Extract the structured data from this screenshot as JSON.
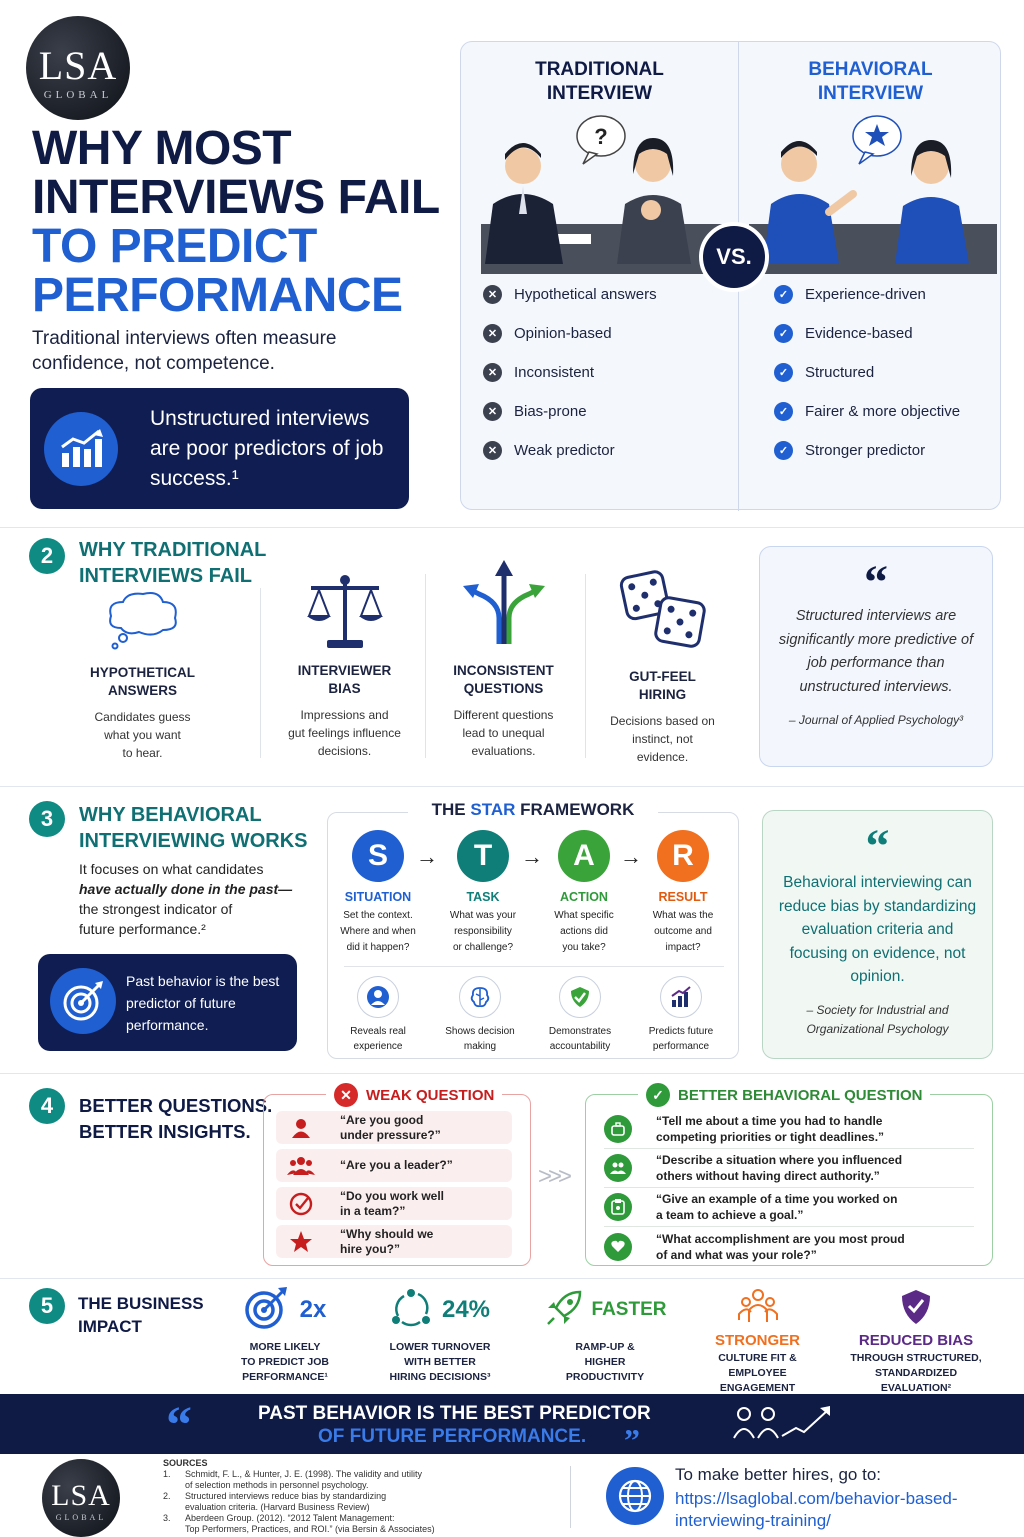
{
  "brand": {
    "logo_main": "LSA",
    "logo_sub": "GLOBAL"
  },
  "hero": {
    "title_line1": "WHY MOST",
    "title_line2": "INTERVIEWS FAIL",
    "title_line3": "TO PREDICT",
    "title_line4": "PERFORMANCE",
    "subtitle": "Traditional interviews often measure confidence, not competence.",
    "stat_text": "Unstructured interviews are poor predictors of job success.¹"
  },
  "comparison": {
    "traditional_title_1": "TRADITIONAL",
    "traditional_title_2": "INTERVIEW",
    "behavioral_title_1": "BEHAVIORAL",
    "behavioral_title_2": "INTERVIEW",
    "vs_label": "VS.",
    "traditional_items": [
      "Hypothetical answers",
      "Opinion-based",
      "Inconsistent",
      "Bias-prone",
      "Weak predictor"
    ],
    "behavioral_items": [
      "Experience-driven",
      "Evidence-based",
      "Structured",
      "Fairer & more objective",
      "Stronger predictor"
    ]
  },
  "section2": {
    "number": "2",
    "title_1": "WHY TRADITIONAL",
    "title_2": "INTERVIEWS FAIL",
    "columns": [
      {
        "icon": "thought-bubble-icon",
        "title_1": "HYPOTHETICAL",
        "title_2": "ANSWERS",
        "desc_1": "Candidates guess",
        "desc_2": "what you want",
        "desc_3": "to hear."
      },
      {
        "icon": "scale-icon",
        "title_1": "INTERVIEWER",
        "title_2": "BIAS",
        "desc_1": "Impressions and",
        "desc_2": "gut feelings influence",
        "desc_3": "decisions."
      },
      {
        "icon": "diverging-arrows-icon",
        "title_1": "INCONSISTENT",
        "title_2": "QUESTIONS",
        "desc_1": "Different questions",
        "desc_2": "lead to unequal",
        "desc_3": "evaluations."
      },
      {
        "icon": "dice-icon",
        "title_1": "GUT-FEEL",
        "title_2": "HIRING",
        "desc_1": "Decisions based on",
        "desc_2": "instinct, not",
        "desc_3": "evidence."
      }
    ],
    "quote": "Structured interviews are significantly more predictive of job performance than unstructured interviews.",
    "quote_source": "– Journal of Applied Psychology³"
  },
  "section3": {
    "number": "3",
    "title_1": "WHY BEHAVIORAL",
    "title_2": "INTERVIEWING WORKS",
    "text_a": "It focuses on what candidates",
    "text_b": "have actually done in the past—",
    "text_c": "the strongest indicator of",
    "text_d": "future performance.²",
    "card_text": "Past behavior is the best predictor of future performance.",
    "star_title_pre": "THE ",
    "star_title_mid": "STAR",
    "star_title_post": " FRAMEWORK",
    "star": [
      {
        "letter": "S",
        "label": "SITUATION",
        "d1": "Set the context.",
        "d2": "Where and when",
        "d3": "did it happen?",
        "color": "#1f5fd1"
      },
      {
        "letter": "T",
        "label": "TASK",
        "d1": "What was your",
        "d2": "responsibility",
        "d3": "or challenge?",
        "color": "#0f7d78"
      },
      {
        "letter": "A",
        "label": "ACTION",
        "d1": "What specific",
        "d2": "actions did",
        "d3": "you take?",
        "color": "#3aa33a"
      },
      {
        "letter": "R",
        "label": "RESULT",
        "d1": "What was the",
        "d2": "outcome and",
        "d3": "impact?",
        "color": "#f07020"
      }
    ],
    "benefits": [
      {
        "icon": "person-icon",
        "t1": "Reveals real",
        "t2": "experience"
      },
      {
        "icon": "brain-icon",
        "t1": "Shows decision",
        "t2": "making"
      },
      {
        "icon": "shield-check-icon",
        "t1": "Demonstrates",
        "t2": "accountability"
      },
      {
        "icon": "growth-chart-icon",
        "t1": "Predicts future",
        "t2": "performance"
      }
    ],
    "quote": "Behavioral interviewing can reduce bias by standardizing evaluation criteria and focusing on evidence, not opinion.",
    "quote_source": "– Society for Industrial and Organizational Psychology"
  },
  "section4": {
    "number": "4",
    "title_1": "BETTER QUESTIONS.",
    "title_2": "BETTER INSIGHTS.",
    "weak_title": "WEAK QUESTION",
    "weak": [
      {
        "icon": "person-icon",
        "q1": "“Are you good",
        "q2": "under pressure?”"
      },
      {
        "icon": "group-icon",
        "q1": "“Are you a leader?”",
        "q2": ""
      },
      {
        "icon": "check-circle-icon",
        "q1": "“Do you work well",
        "q2": "in a team?”"
      },
      {
        "icon": "star-icon",
        "q1": "“Why should we",
        "q2": "hire you?”"
      }
    ],
    "better_title": "BETTER BEHAVIORAL QUESTION",
    "better": [
      {
        "icon": "briefcase-icon",
        "q1": "“Tell me about a time you had to handle",
        "q2": "competing priorities or tight deadlines.”"
      },
      {
        "icon": "people-icon",
        "q1": "“Describe a situation where you influenced",
        "q2": "others without having direct authority.”"
      },
      {
        "icon": "clipboard-icon",
        "q1": "“Give an example of a time you worked on",
        "q2": "a team to achieve a goal.”"
      },
      {
        "icon": "heart-icon",
        "q1": "“What accomplishment are you most proud",
        "q2": "of and what was your role?”"
      }
    ]
  },
  "section5": {
    "number": "5",
    "title_1": "THE BUSINESS",
    "title_2": "IMPACT",
    "items": [
      {
        "icon": "target-icon",
        "value": "2x",
        "l1": "MORE LIKELY",
        "l2": "TO PREDICT JOB",
        "l3": "PERFORMANCE¹",
        "color": "#1f5fd1"
      },
      {
        "icon": "cycle-icon",
        "value": "24%",
        "l1": "LOWER TURNOVER",
        "l2": "WITH BETTER",
        "l3": "HIRING DECISIONS³",
        "color": "#0f7d78"
      },
      {
        "icon": "rocket-icon",
        "value": "FASTER",
        "l1": "RAMP-UP &",
        "l2": "HIGHER",
        "l3": "PRODUCTIVITY",
        "color": "#2f9a3a"
      },
      {
        "icon": "team-icon",
        "value": "STRONGER",
        "l1": "CULTURE FIT &",
        "l2": "EMPLOYEE",
        "l3": "ENGAGEMENT",
        "color": "#f07020"
      },
      {
        "icon": "shield-check-icon",
        "value": "REDUCED BIAS",
        "l1": "THROUGH STRUCTURED,",
        "l2": "STANDARDIZED",
        "l3": "EVALUATION²",
        "color": "#5b2a86"
      }
    ]
  },
  "banner": {
    "line1": "PAST BEHAVIOR IS THE BEST PREDICTOR",
    "line2": "OF FUTURE PERFORMANCE."
  },
  "footer": {
    "sources_label": "SOURCES",
    "s1_num": "1.",
    "s1_a": "Schmidt, F. L., & Hunter, J. E. (1998). The validity and utility",
    "s1_b": "of selection methods in personnel psychology.",
    "s2_num": "2.",
    "s2_a": "Structured interviews reduce bias by standardizing",
    "s2_b": "evaluation criteria. (Harvard Business Review)",
    "s3_num": "3.",
    "s3_a": "Aberdeen Group. (2012). “2012 Talent Management:",
    "s3_b": "Top Performers, Practices, and ROI.” (via Bersin & Associates)",
    "cta": "To make better hires, go to:",
    "link_1": "https://lsaglobal.com/behavior-based-",
    "link_2": "interviewing-training/"
  }
}
